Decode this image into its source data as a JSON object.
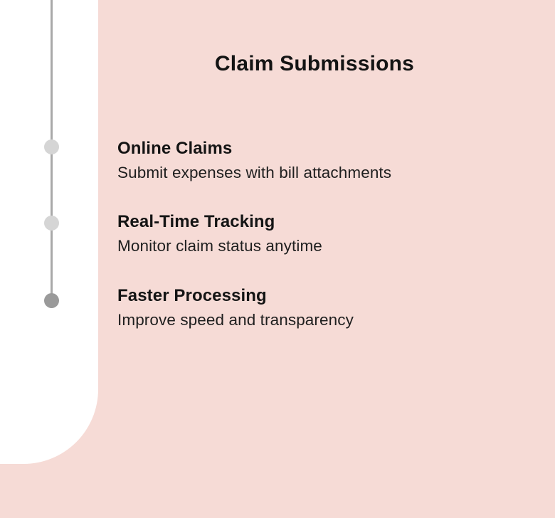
{
  "page": {
    "title": "Claim Submissions"
  },
  "timeline": {
    "items": [
      {
        "heading": "Online Claims",
        "description": "Submit expenses with bill attachments",
        "dot_state": "inactive"
      },
      {
        "heading": "Real-Time Tracking",
        "description": "Monitor claim status anytime",
        "dot_state": "inactive"
      },
      {
        "heading": "Faster Processing",
        "description": "Improve speed and transparency",
        "dot_state": "active"
      }
    ]
  },
  "colors": {
    "background_pink": "#f6dbd6",
    "panel_white": "#ffffff",
    "line_gray": "#a9a9a9",
    "dot_inactive": "#d5d5d5",
    "dot_active": "#9a9a9a",
    "heading_text": "#141414",
    "body_text": "#1f1f1f"
  }
}
